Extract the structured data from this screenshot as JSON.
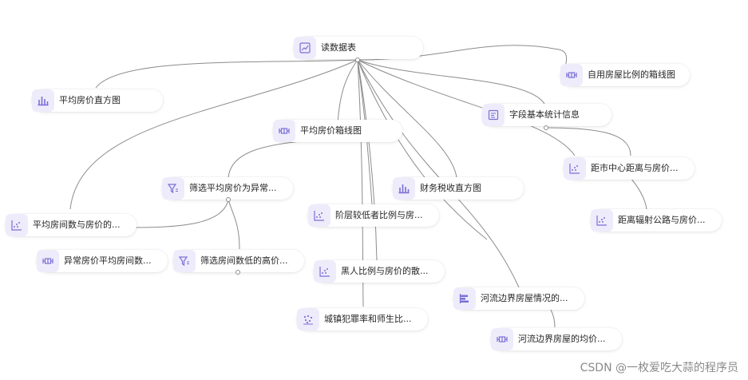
{
  "nodes": [
    {
      "id": "root",
      "label": "读数据表",
      "icon": "line-chart-icon"
    },
    {
      "id": "self",
      "label": "自用房屋比例的箱线图",
      "icon": "boxplot-icon"
    },
    {
      "id": "hist1",
      "label": "平均房价直方图",
      "icon": "bar-chart-icon"
    },
    {
      "id": "stats",
      "label": "字段基本统计信息",
      "icon": "table-stats-icon"
    },
    {
      "id": "box1",
      "label": "平均房价箱线图",
      "icon": "boxplot-icon"
    },
    {
      "id": "dist",
      "label": "距市中心距离与房价...",
      "icon": "scatter-icon"
    },
    {
      "id": "filt1",
      "label": "筛选平均房价为异常...",
      "icon": "filter-icon"
    },
    {
      "id": "tax",
      "label": "财务税收直方图",
      "icon": "bar-chart-icon"
    },
    {
      "id": "lowc",
      "label": "阶层较低者比例与房...",
      "icon": "scatter-icon"
    },
    {
      "id": "rooms",
      "label": "平均房间数与房价的...",
      "icon": "scatter-icon"
    },
    {
      "id": "road",
      "label": "距离辐射公路与房价...",
      "icon": "scatter-icon"
    },
    {
      "id": "anombox",
      "label": "异常房价平均房间数...",
      "icon": "boxplot-icon"
    },
    {
      "id": "filt2",
      "label": "筛选房间数低的高价...",
      "icon": "filter-icon"
    },
    {
      "id": "black",
      "label": "黑人比例与房价的散...",
      "icon": "scatter-icon"
    },
    {
      "id": "river",
      "label": "河流边界房屋情况的...",
      "icon": "hbar-icon"
    },
    {
      "id": "crime",
      "label": "城镇犯罪率和师生比...",
      "icon": "scatter-matrix-icon"
    },
    {
      "id": "riveravg",
      "label": "河流边界房屋的均价...",
      "icon": "boxplot-icon"
    }
  ],
  "watermark": "CSDN @一枚爱吃大蒜的程序员",
  "colors": {
    "icon_bg": "#eeecfb",
    "icon_fg": "#7b6fd6",
    "edge": "#8c8c8c",
    "text": "#262626"
  }
}
